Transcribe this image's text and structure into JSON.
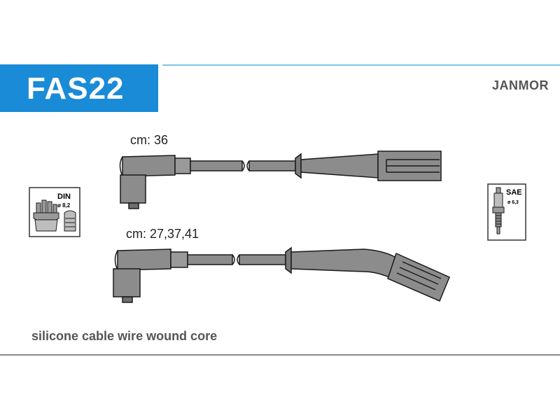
{
  "header": {
    "product_code": "FAS22",
    "brand": "JANMOR"
  },
  "cables": [
    {
      "length_label": "cm: 36"
    },
    {
      "length_label": "cm: 27,37,41"
    }
  ],
  "badges": {
    "din": {
      "title": "DIN",
      "spec": "ø 8,2",
      "icon": "distributor-cap-icon"
    },
    "sae": {
      "title": "SAE",
      "spec": "ø 6,3",
      "icon": "spark-plug-icon"
    }
  },
  "footer": {
    "description": "silicone cable wire wound core"
  },
  "colors": {
    "header_blue": "#1a8bd6",
    "cable_grey": "#8c8c8c",
    "outline": "#1a1a1a"
  }
}
